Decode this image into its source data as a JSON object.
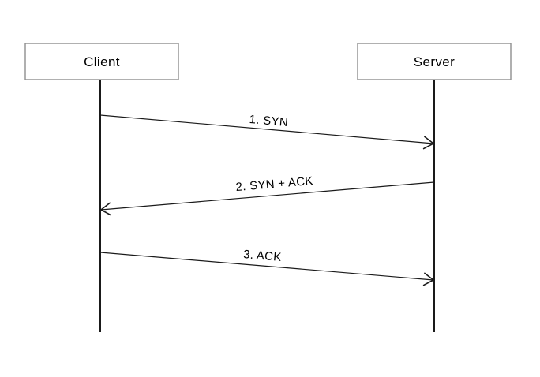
{
  "diagram": {
    "type": "sequence-diagram",
    "actors": [
      {
        "name": "Client"
      },
      {
        "name": "Server"
      }
    ],
    "messages": [
      {
        "label": "1. SYN",
        "from": "Client",
        "to": "Server"
      },
      {
        "label": "2. SYN + ACK",
        "from": "Server",
        "to": "Client"
      },
      {
        "label": "3. ACK",
        "from": "Client",
        "to": "Server"
      }
    ],
    "colors": {
      "line": "#1a1a1a",
      "box_border": "#8f8f8f",
      "text": "#000000",
      "background": "#ffffff"
    }
  }
}
